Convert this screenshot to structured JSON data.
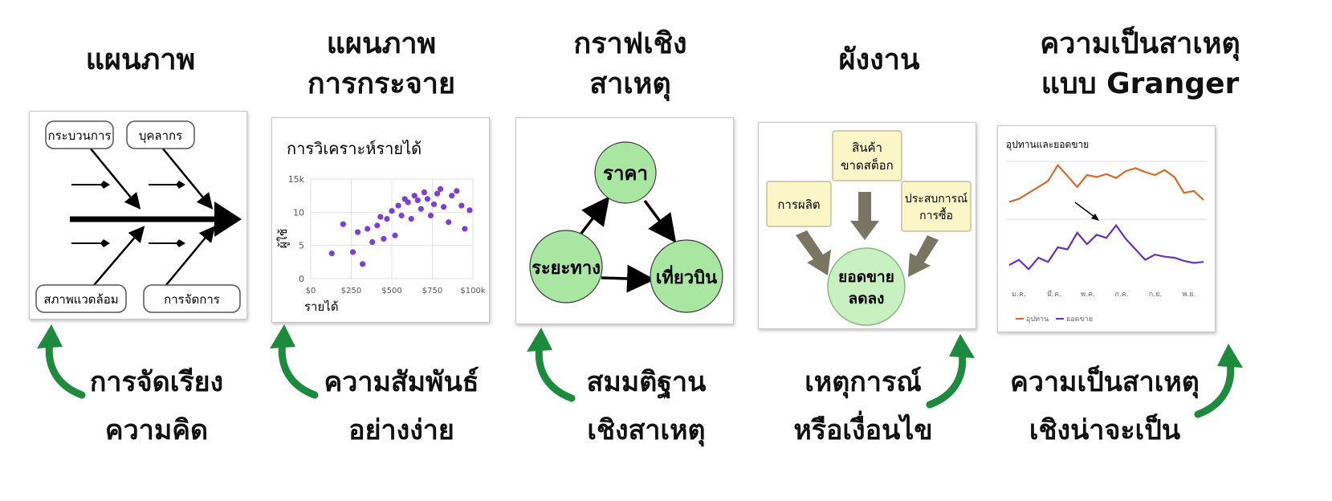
{
  "titles": {
    "fishbone": [
      "แผนภาพ"
    ],
    "scatter": [
      "แผนภาพ",
      "การกระจาย"
    ],
    "causal": [
      "กราฟเชิง",
      "สาเหตุ"
    ],
    "flow": [
      "ผังงาน"
    ],
    "granger": [
      "ความเป็นสาเหตุ",
      "แบบ Granger"
    ]
  },
  "captions": {
    "fishbone": [
      "การจัดเรียง",
      "ความคิด"
    ],
    "scatter": [
      "ความสัมพันธ์",
      "อย่างง่าย"
    ],
    "causal": [
      "สมมติฐาน",
      "เชิงสาเหตุ"
    ],
    "flow": [
      "เหตุการณ์",
      "หรือเงื่อนไข"
    ],
    "granger": [
      "ความเป็นสาเหตุ",
      "เชิงน่าจะเป็น"
    ]
  },
  "fishbone": {
    "labels": [
      "กระบวนการ",
      "บุคลากร",
      "สภาพแวดล้อม",
      "การจัดการ"
    ]
  },
  "scatter": {
    "chart_data": {
      "type": "scatter",
      "title": "การวิเคราะห์รายได้",
      "xlabel": "รายได้",
      "ylabel": "ผู้ใช้",
      "xlim": [
        0,
        1000
      ],
      "ylim": [
        0,
        15
      ],
      "x_ticks": [
        "$0",
        "$250",
        "$500",
        "$750",
        "$100k"
      ],
      "y_ticks": [
        "0",
        "5",
        "10",
        "15k"
      ],
      "points": [
        [
          130,
          3.8
        ],
        [
          200,
          8.2
        ],
        [
          260,
          4.0
        ],
        [
          290,
          7.0
        ],
        [
          320,
          2.2
        ],
        [
          350,
          7.5
        ],
        [
          380,
          5.5
        ],
        [
          410,
          8.0
        ],
        [
          430,
          9.3
        ],
        [
          450,
          6.0
        ],
        [
          470,
          9.0
        ],
        [
          500,
          10.2
        ],
        [
          520,
          6.5
        ],
        [
          540,
          11.0
        ],
        [
          560,
          9.5
        ],
        [
          580,
          12.0
        ],
        [
          600,
          11.5
        ],
        [
          620,
          9.0
        ],
        [
          640,
          12.5
        ],
        [
          660,
          11.8
        ],
        [
          680,
          10.5
        ],
        [
          700,
          13.0
        ],
        [
          720,
          12.0
        ],
        [
          740,
          9.5
        ],
        [
          760,
          11.2
        ],
        [
          780,
          12.8
        ],
        [
          800,
          13.5
        ],
        [
          820,
          10.8
        ],
        [
          850,
          8.5
        ],
        [
          870,
          12.5
        ],
        [
          900,
          13.2
        ],
        [
          930,
          11.0
        ],
        [
          950,
          7.5
        ],
        [
          980,
          10.3
        ]
      ],
      "color": "#7b3fd6"
    }
  },
  "causal": {
    "nodes": [
      "ราคา",
      "ระยะทาง",
      "เที่ยวบิน"
    ],
    "node_color": "#a8e6a1"
  },
  "flow": {
    "boxes": [
      "การผลิต",
      "สินค้า",
      "ขาดสต็อก",
      "ประสบการณ์",
      "การซื้อ"
    ],
    "result": [
      "ยอดขาย",
      "ลดลง"
    ]
  },
  "granger": {
    "chart_data": {
      "type": "line",
      "title": "อุปทานและยอดขาย",
      "x_ticks": [
        "ม.ค.",
        "มี.ค.",
        "พ.ค.",
        "ก.ค.",
        "ก.ย.",
        "พ.ย."
      ],
      "series": [
        {
          "name": "อุปทาน",
          "color": "#d66a2a",
          "values": [
            7.1,
            7.4,
            8.0,
            8.6,
            9.2,
            10.8,
            9.7,
            8.6,
            9.8,
            9.6,
            9.9,
            9.5,
            10.2,
            10.5,
            10.1,
            9.8,
            10.3,
            9.6,
            8.0,
            8.2,
            7.3
          ]
        },
        {
          "name": "ยอดขาย",
          "color": "#6a2fc4",
          "values": [
            4.3,
            4.8,
            3.9,
            5.0,
            4.6,
            6.0,
            5.8,
            7.4,
            6.3,
            7.2,
            6.9,
            8.1,
            6.8,
            5.8,
            4.8,
            5.3,
            5.1,
            5.0,
            4.7,
            4.5,
            4.6
          ]
        }
      ]
    }
  },
  "colors": {
    "accent_arrow": "#1e8a3e",
    "flow_box": "#fbf6c8",
    "flow_arrow": "#7a7462",
    "result_circle": "#c8f0c0"
  }
}
